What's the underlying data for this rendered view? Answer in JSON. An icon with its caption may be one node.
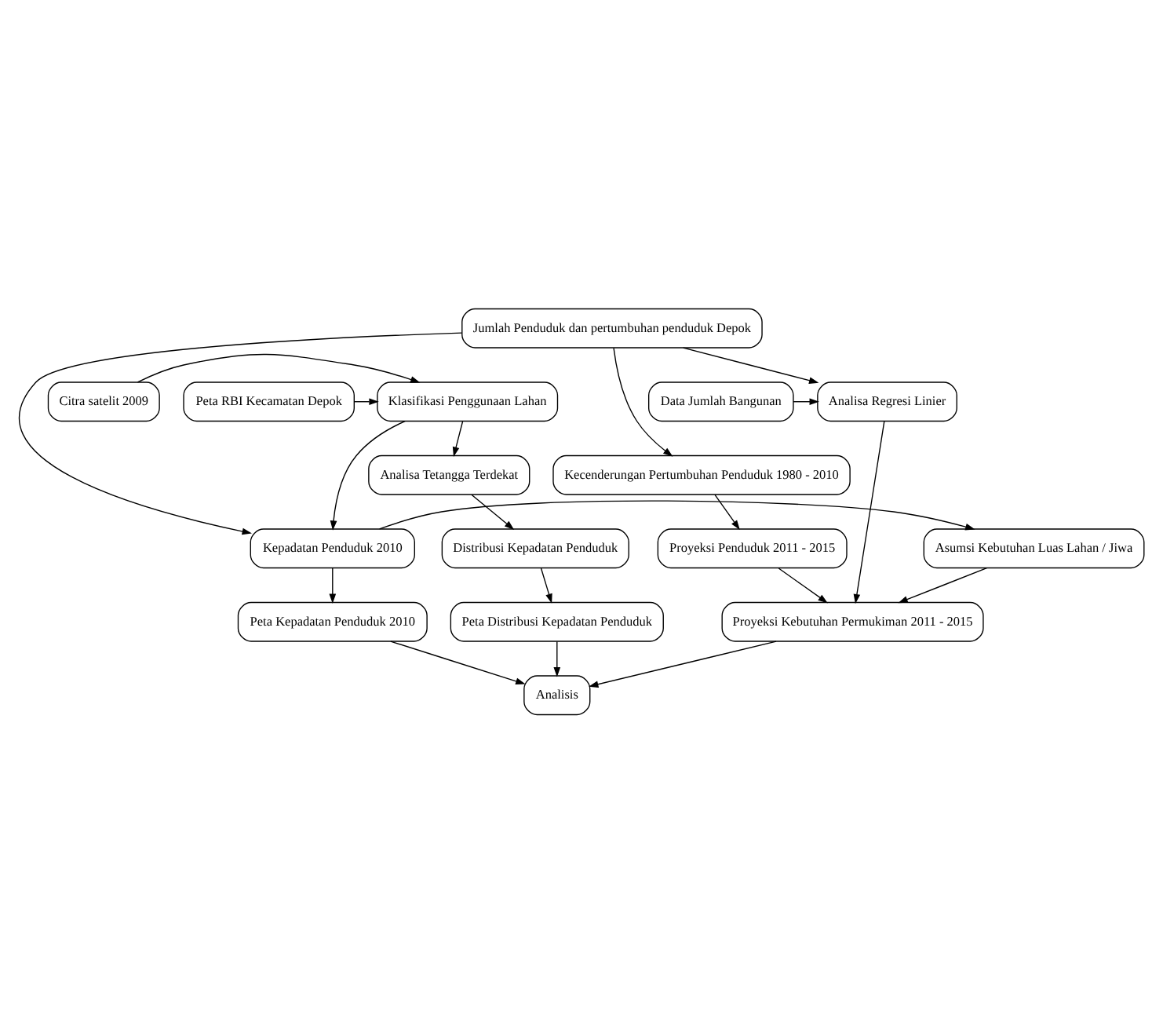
{
  "diagram": {
    "nodes": [
      {
        "text": [
          "Jumlah Penduduk dan pertumbuhan penduduk Depok"
        ]
      },
      {
        "text": [
          "Citra satelit 2009"
        ]
      },
      {
        "text": [
          "Peta RBI Kecamatan Depok"
        ]
      },
      {
        "text": [
          "Klasifikasi Penggunaan Lahan"
        ]
      },
      {
        "text": [
          "Data Jumlah Bangunan"
        ]
      },
      {
        "text": [
          "Analisa Regresi Linier"
        ]
      },
      {
        "text": [
          "Kecenderungan Pertumbuhan Penduduk 1980 - 2010"
        ]
      },
      {
        "text": [
          "Analisa Tetangga Terdekat"
        ]
      },
      {
        "text": [
          "Proyeksi Penduduk 2011 - 2015"
        ]
      },
      {
        "text": [
          "Distribusi Kepadatan Penduduk"
        ]
      },
      {
        "text": [
          "Kepadatan Penduduk 2010"
        ]
      },
      {
        "text": [
          "Asumsi Kebutuhan Luas Lahan / Jiwa"
        ]
      },
      {
        "text": [
          "Peta Distribusi Kepadatan Penduduk"
        ]
      },
      {
        "text": [
          "Peta Kepadatan Penduduk 2010"
        ]
      },
      {
        "text": [
          "Proyeksi Kebutuhan Permukiman 2011 - 2015"
        ]
      },
      {
        "text": [
          "Analisis"
        ]
      }
    ],
    "edges": [
      {
        "from": 1,
        "to": 3,
        "arrow": "to"
      },
      {
        "from": 2,
        "to": 3,
        "arrow": "to"
      },
      {
        "from": 0,
        "to": 5,
        "arrow": "to"
      },
      {
        "from": 4,
        "to": 5,
        "arrow": "to"
      },
      {
        "from": 0,
        "to": 6,
        "arrow": "to"
      },
      {
        "from": 0,
        "to": 10,
        "arrow": "to"
      },
      {
        "from": 3,
        "to": 7,
        "arrow": "to"
      },
      {
        "from": 3,
        "to": 10,
        "arrow": "to"
      },
      {
        "from": 6,
        "to": 8,
        "arrow": "to"
      },
      {
        "from": 7,
        "to": 9,
        "arrow": "to"
      },
      {
        "from": 10,
        "to": 11,
        "arrow": "to"
      },
      {
        "from": 5,
        "to": 14,
        "arrow": "to"
      },
      {
        "from": 8,
        "to": 14,
        "arrow": "to"
      },
      {
        "from": 11,
        "to": 14,
        "arrow": "to"
      },
      {
        "from": 9,
        "to": 12,
        "arrow": "to"
      },
      {
        "from": 10,
        "to": 13,
        "arrow": "to"
      },
      {
        "from": 12,
        "to": 15,
        "arrow": "to"
      },
      {
        "from": 13,
        "to": 15,
        "arrow": "to"
      },
      {
        "from": 14,
        "to": 15,
        "arrow": "to"
      }
    ]
  }
}
